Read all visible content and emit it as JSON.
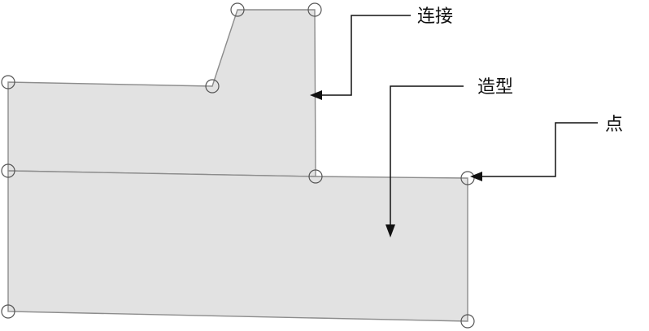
{
  "labels": {
    "connection": "连接",
    "shape": "造型",
    "point": "点"
  },
  "colors": {
    "fill": "#e2e2e2",
    "outline": "#8c8c8c",
    "node": "#555555",
    "callout": "#111111"
  }
}
